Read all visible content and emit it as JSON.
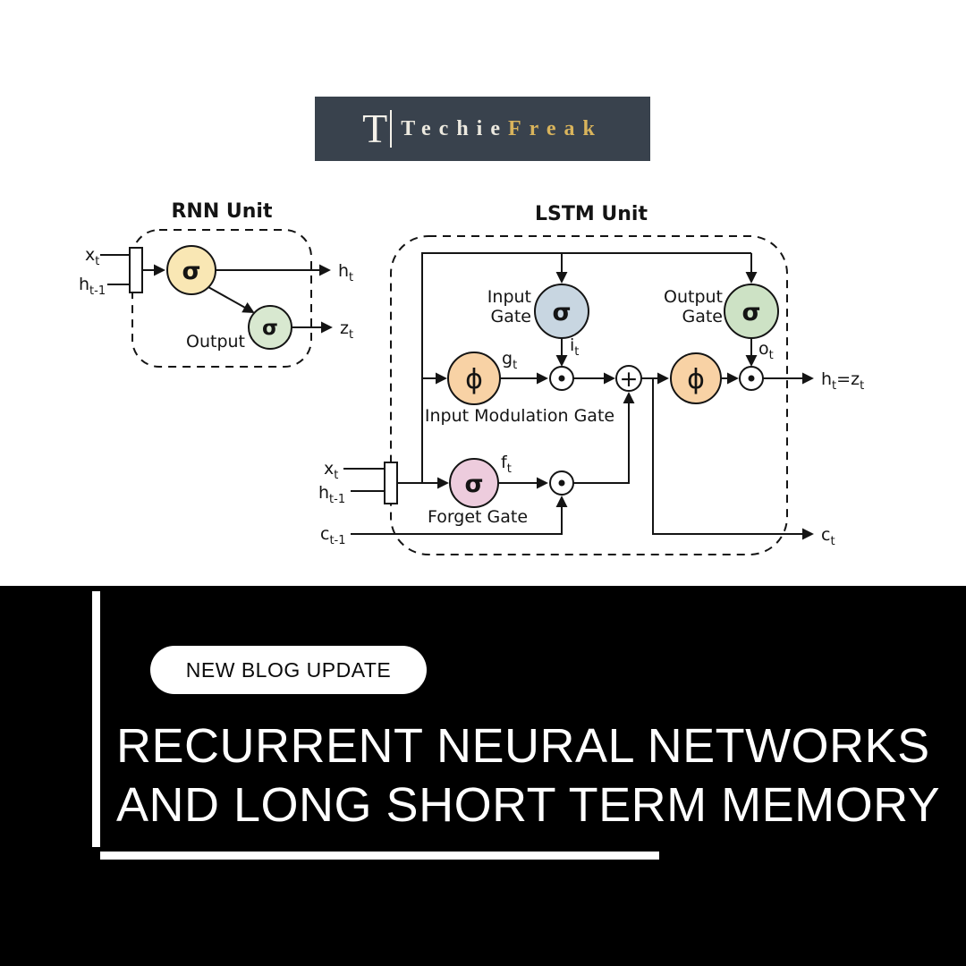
{
  "logo": {
    "mark": "T",
    "brand_primary": "Techie",
    "brand_accent": "Freak",
    "colors": {
      "background": "#39424d",
      "accent_gold": "#d9b45c",
      "text": "#ece9df"
    }
  },
  "diagram": {
    "colors": {
      "rnn_sigma_fill": "#f9e7b4",
      "rnn_output_fill": "#d8e8d0",
      "input_gate_fill": "#c8d6e1",
      "output_gate_fill": "#cde2c5",
      "modulation_fill": "#f8d2a5",
      "forget_fill": "#edccdd",
      "stroke": "#141414"
    },
    "rnn": {
      "title": "RNN Unit",
      "sigma": "σ",
      "output_label": "Output",
      "x_base": "x",
      "x_sub": "t",
      "h_in_base": "h",
      "h_in_sub": "t-1",
      "h_out_base": "h",
      "h_out_sub": "t",
      "z_base": "z",
      "z_sub": "t"
    },
    "lstm": {
      "title": "LSTM Unit",
      "sigma": "σ",
      "phi": "ϕ",
      "plus": "+",
      "input_gate_line1": "Input",
      "input_gate_line2": "Gate",
      "output_gate_line1": "Output",
      "output_gate_line2": "Gate",
      "input_modulation_label": "Input Modulation Gate",
      "forget_label": "Forget Gate",
      "i_base": "i",
      "i_sub": "t",
      "o_base": "o",
      "o_sub": "t",
      "g_base": "g",
      "g_sub": "t",
      "f_base": "f",
      "f_sub": "t",
      "x_base": "x",
      "x_sub": "t",
      "h_in_base": "h",
      "h_in_sub": "t-1",
      "c_in_base": "c",
      "c_in_sub": "t-1",
      "c_out_base": "c",
      "c_out_sub": "t",
      "h_out_base": "h",
      "h_out_sub": "t",
      "equals": "=",
      "z_base": "z",
      "z_sub": "t"
    }
  },
  "banner": {
    "badge": "NEW BLOG UPDATE",
    "headline_line1": "RECURRENT NEURAL NETWORKS",
    "headline_line2": "AND LONG SHORT TERM MEMORY"
  }
}
